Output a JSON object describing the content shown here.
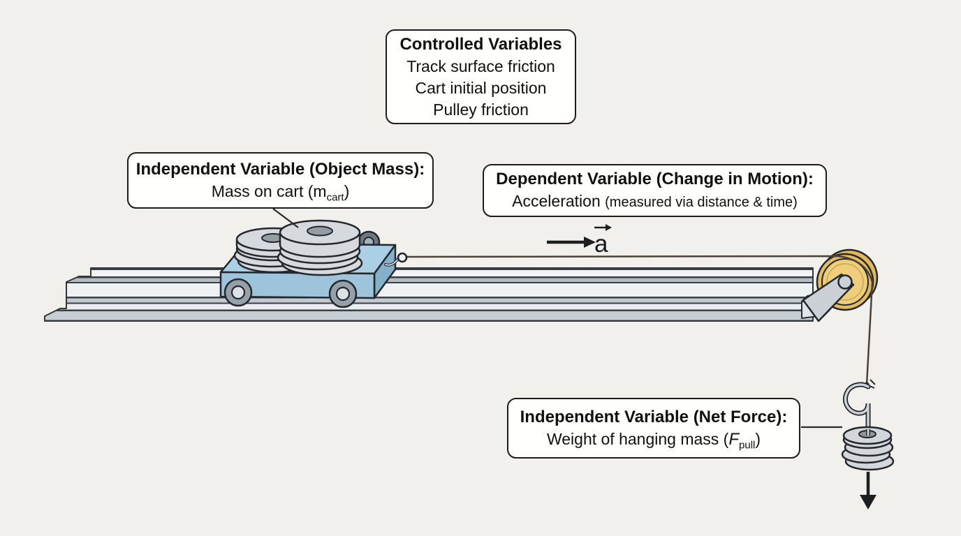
{
  "figure": {
    "description": "Physics experiment diagram: cart with masses on a low-friction track pulled by a hanging mass over a pulley",
    "boxes": {
      "controlled": {
        "title": "Controlled Variables",
        "lines": [
          "Track surface friction",
          "Cart initial position",
          "Pulley friction"
        ]
      },
      "object_mass": {
        "title": "Independent Variable (Object Mass):",
        "body_prefix": "Mass on cart (m",
        "body_subscript": "cart",
        "body_suffix": ")"
      },
      "dependent": {
        "title": "Dependent Variable (Change in Motion):",
        "body_main": "Acceleration ",
        "body_detail": "(measured via distance & time)"
      },
      "net_force": {
        "title": "Independent Variable (Net Force):",
        "body_prefix": "Weight of hanging mass (",
        "body_symbol": "F",
        "body_subscript": "pull",
        "body_suffix": ")"
      }
    },
    "labels": {
      "acceleration_symbol": "a"
    },
    "colors": {
      "background": "#f1f0ec",
      "box_background": "#fffffe",
      "box_border": "#1c1c1c",
      "cart_blue_top": "#abcfe4",
      "cart_blue_front": "#9dc4db",
      "cart_blue_side": "#85b0c9",
      "pulley_yellow": "#e3bb60",
      "pulley_yellow_light": "#eecd7c",
      "metal_gray": "#ccd1d7",
      "mass_gray": "#d6dade",
      "track_light": "#eef1f4",
      "track_mid": "#c2c9d0",
      "outline_dark": "#24272b",
      "string_brown": "#4b4138"
    }
  }
}
